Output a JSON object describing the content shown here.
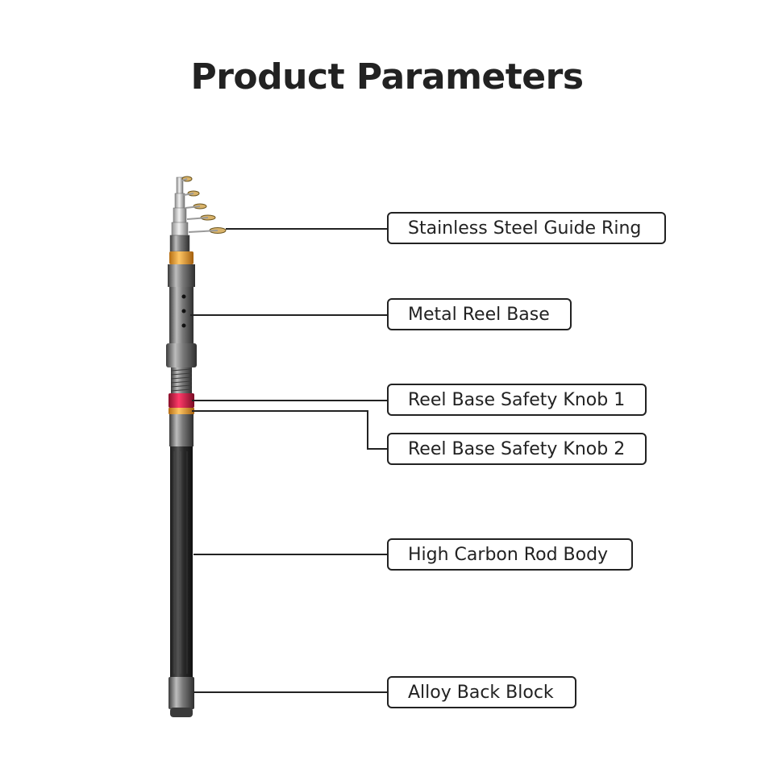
{
  "title": "Product Parameters",
  "labels": {
    "guide_ring": "Stainless Steel Guide Ring",
    "reel_base": "Metal Reel Base",
    "safety_knob_1": "Reel Base Safety Knob 1",
    "safety_knob_2": "Reel Base Safety Knob 2",
    "rod_body": "High Carbon Rod Body",
    "back_block": "Alloy Back Block"
  },
  "colors": {
    "text": "#222222",
    "leader_line": "#222222",
    "rod_body": "#2b2b2b",
    "metal": "#8c8c8c",
    "gold_ring": "#e8a13a",
    "red_knob": "#d0204a"
  }
}
